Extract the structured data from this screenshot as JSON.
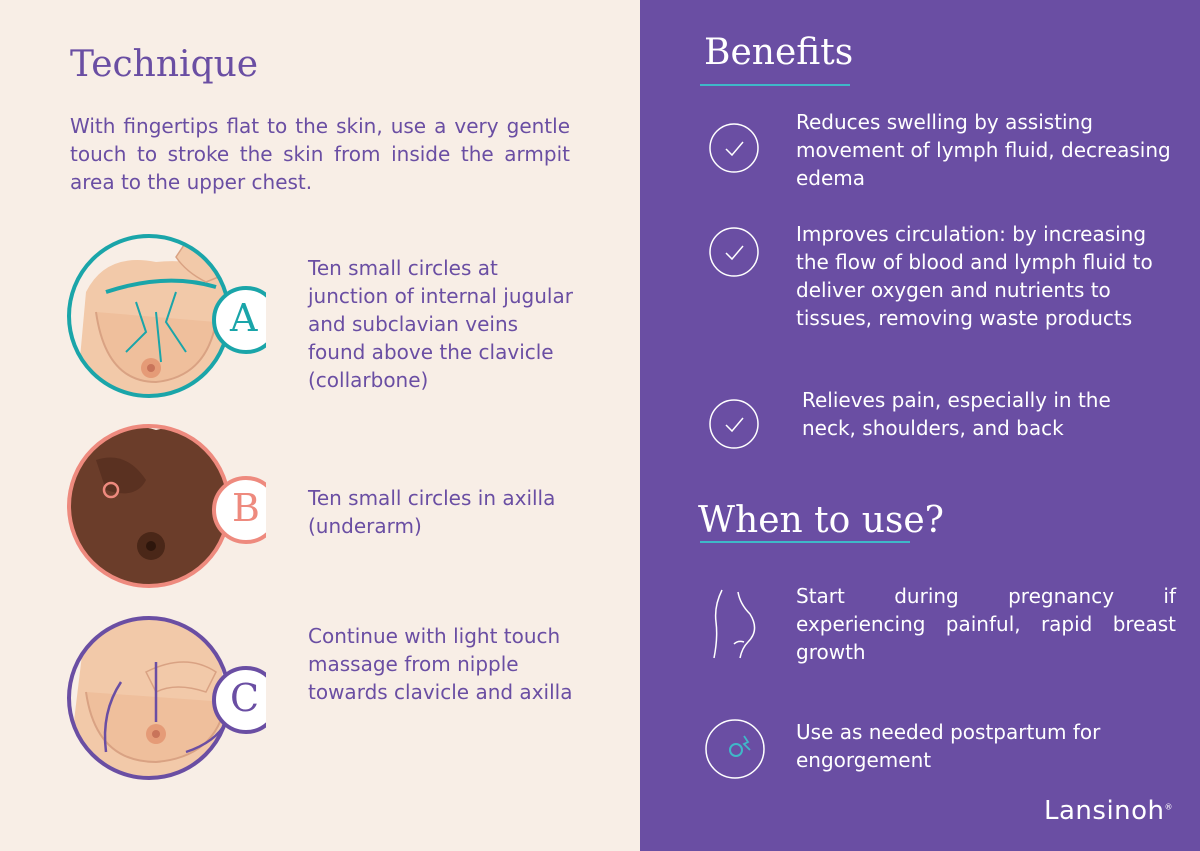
{
  "technique": {
    "title": "Technique",
    "intro": "With fingertips flat to the skin, use a very gentle touch to stroke the skin from inside the armpit area to the upper chest.",
    "steps": [
      {
        "letter": "A",
        "text": "Ten small circles at junction of internal jugular and subclavian veins found above the clavicle (collarbone)",
        "color": "#1aa5a9"
      },
      {
        "letter": "B",
        "text": "Ten small circles in axilla (underarm)",
        "color": "#ee8a7e"
      },
      {
        "letter": "C",
        "text": "Continue with light touch massage from nipple towards clavicle and axilla",
        "color": "#6a4ea3"
      }
    ]
  },
  "benefits": {
    "title": "Benefits",
    "items": [
      {
        "text": "Reduces swelling by assisting movement of lymph fluid, decreasing edema",
        "icon": "check-circle-icon"
      },
      {
        "text": "Improves circulation: by increasing the flow of blood and lymph fluid to deliver oxygen and nutrients to tissues, removing waste products",
        "icon": "check-circle-icon"
      },
      {
        "text": "Relieves pain, especially in the neck, shoulders, and back",
        "icon": "check-circle-icon"
      }
    ]
  },
  "when": {
    "title": "When to use?",
    "items": [
      {
        "text": "Start during pregnancy if experiencing painful, rapid breast growth",
        "icon": "pregnancy-icon"
      },
      {
        "text": "Use as needed postpartum for engorgement",
        "icon": "engorgement-icon"
      }
    ]
  },
  "brand": {
    "name": "Lansinoh",
    "mark": "®"
  },
  "colors": {
    "purple": "#6a4ea3",
    "cream": "#f8eee6",
    "teal": "#1aa5a9",
    "coral": "#ee8a7e",
    "accent_line": "#3fb8c8"
  }
}
